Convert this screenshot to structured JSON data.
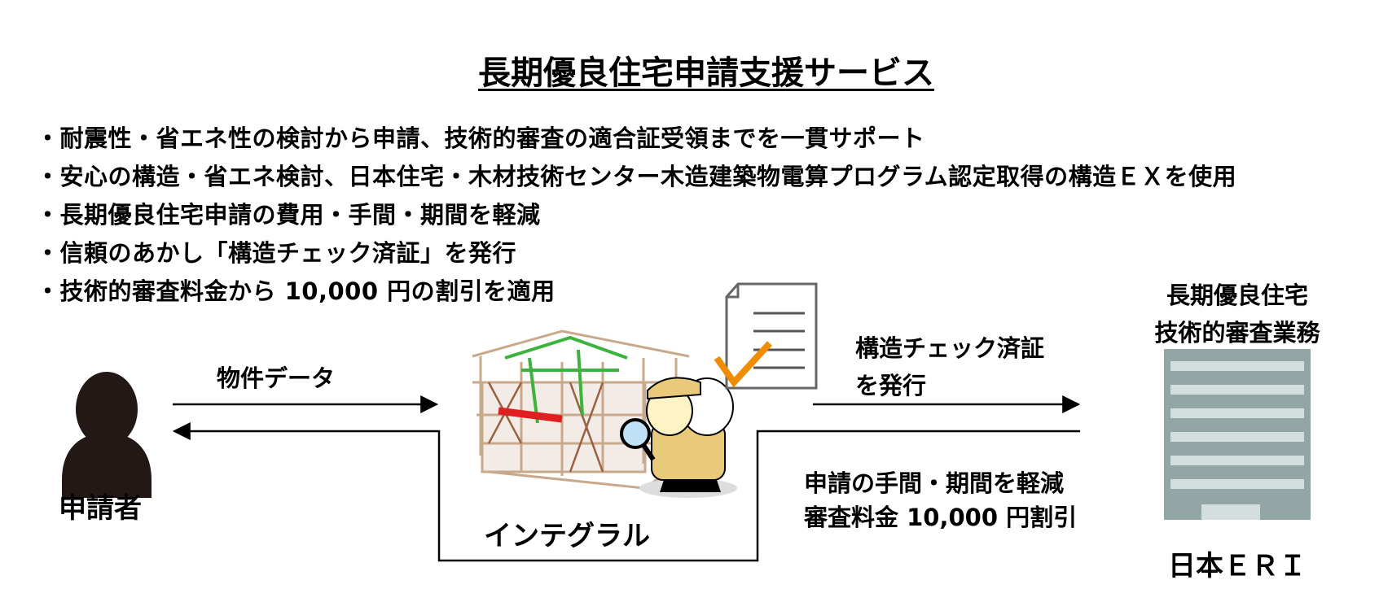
{
  "title": "長期優良住宅申請支援サービス",
  "bullets": [
    "・耐震性・省エネ性の検討から申請、技術的審査の適合証受領までを一貫サポート",
    "・安心の構造・省エネ検討、日本住宅・木材技術センター木造建築物電算プログラム認定取得の構造ＥＸを使用",
    "・長期優良住宅申請の費用・手間・期間を軽減",
    "・信頼のあかし「構造チェック済証」を発行",
    "・技術的審査料金から 10,000 円の割引を適用"
  ],
  "applicant": {
    "label": "申請者",
    "icon": "person-icon"
  },
  "flow_left": {
    "label": "物件データ"
  },
  "integral": {
    "label": "インテグラル"
  },
  "flow_right": {
    "line1": "構造チェック済証",
    "line2": "を発行",
    "benefit1": "申請の手間・期間を軽減",
    "benefit2": "審査料金 10,000 円割引"
  },
  "eri": {
    "caption1": "長期優良住宅",
    "caption2": "技術的審査業務",
    "label": "日本ＥＲＩ",
    "icon": "office-building-icon"
  },
  "colors": {
    "person": "#231815",
    "building": "#92a6a6",
    "building_window": "#d5dede",
    "check": "#f08c00",
    "frame_wood": "#c9a98c",
    "frame_green": "#3cb33c",
    "frame_red": "#e02020"
  }
}
